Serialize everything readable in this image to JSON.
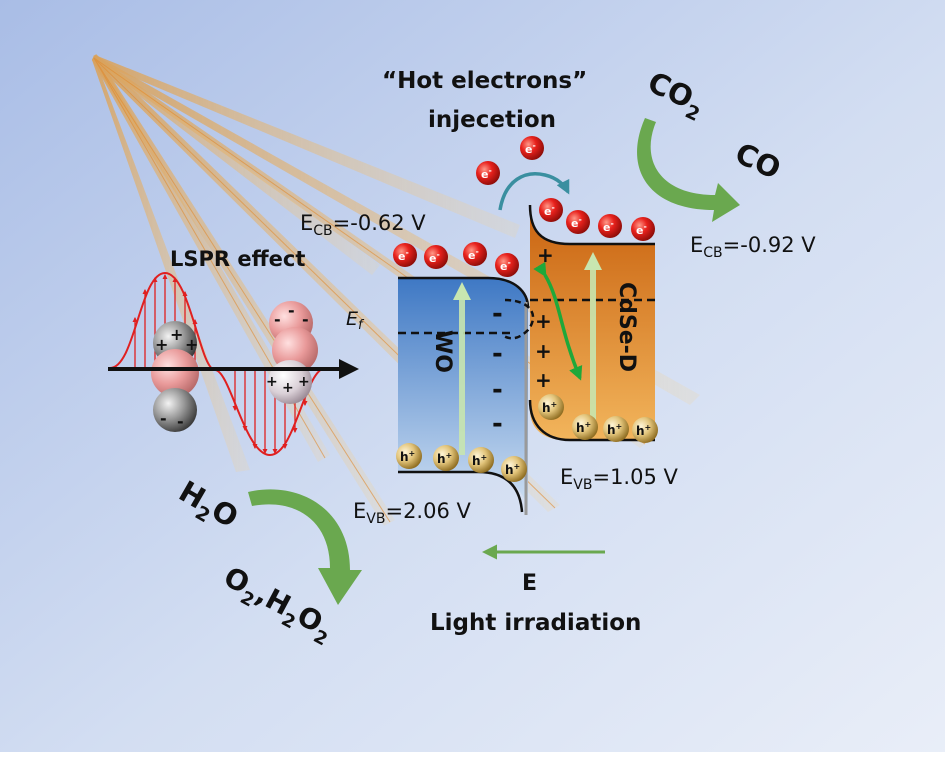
{
  "title_line1": "“Hot electrons”",
  "title_line2": "injecetion",
  "lspr_label": "LSPR effect",
  "fermi_label": "E",
  "fermi_sub": "f",
  "wo_label": "WO",
  "cdse_label": "CdSe-D",
  "ecb_wo": {
    "main": "E",
    "sub": "CB",
    "value": "=-0.62 V"
  },
  "ecb_cdse": {
    "main": "E",
    "sub": "CB",
    "value": "=-0.92 V"
  },
  "evb_wo": {
    "main": "E",
    "sub": "VB",
    "value": "=2.06 V"
  },
  "evb_cdse": {
    "main": "E",
    "sub": "VB",
    "value": "=1.05 V"
  },
  "field_label": "E",
  "light_label": "Light irradiation",
  "electron_symbol": "e",
  "electron_charge": "-",
  "hole_symbol": "h",
  "hole_charge": "+",
  "plus": "+",
  "minus": "-",
  "co2": {
    "base": "CO",
    "sub": "2"
  },
  "co": "CO",
  "h2o": {
    "a": "H",
    "sub": "2",
    "b": "O"
  },
  "o2h2o2": {
    "a": "O",
    "sub1": "2",
    "b": ",H",
    "sub2": "2",
    "c": "O",
    "sub3": "2"
  },
  "colors": {
    "wo_band": "#5b8fcf",
    "cdse_band": "#d9771c",
    "electron": "#e8211c",
    "hole": "#c9a23a",
    "arrow_green": "#6aa84f",
    "wave_red": "#e02020"
  }
}
